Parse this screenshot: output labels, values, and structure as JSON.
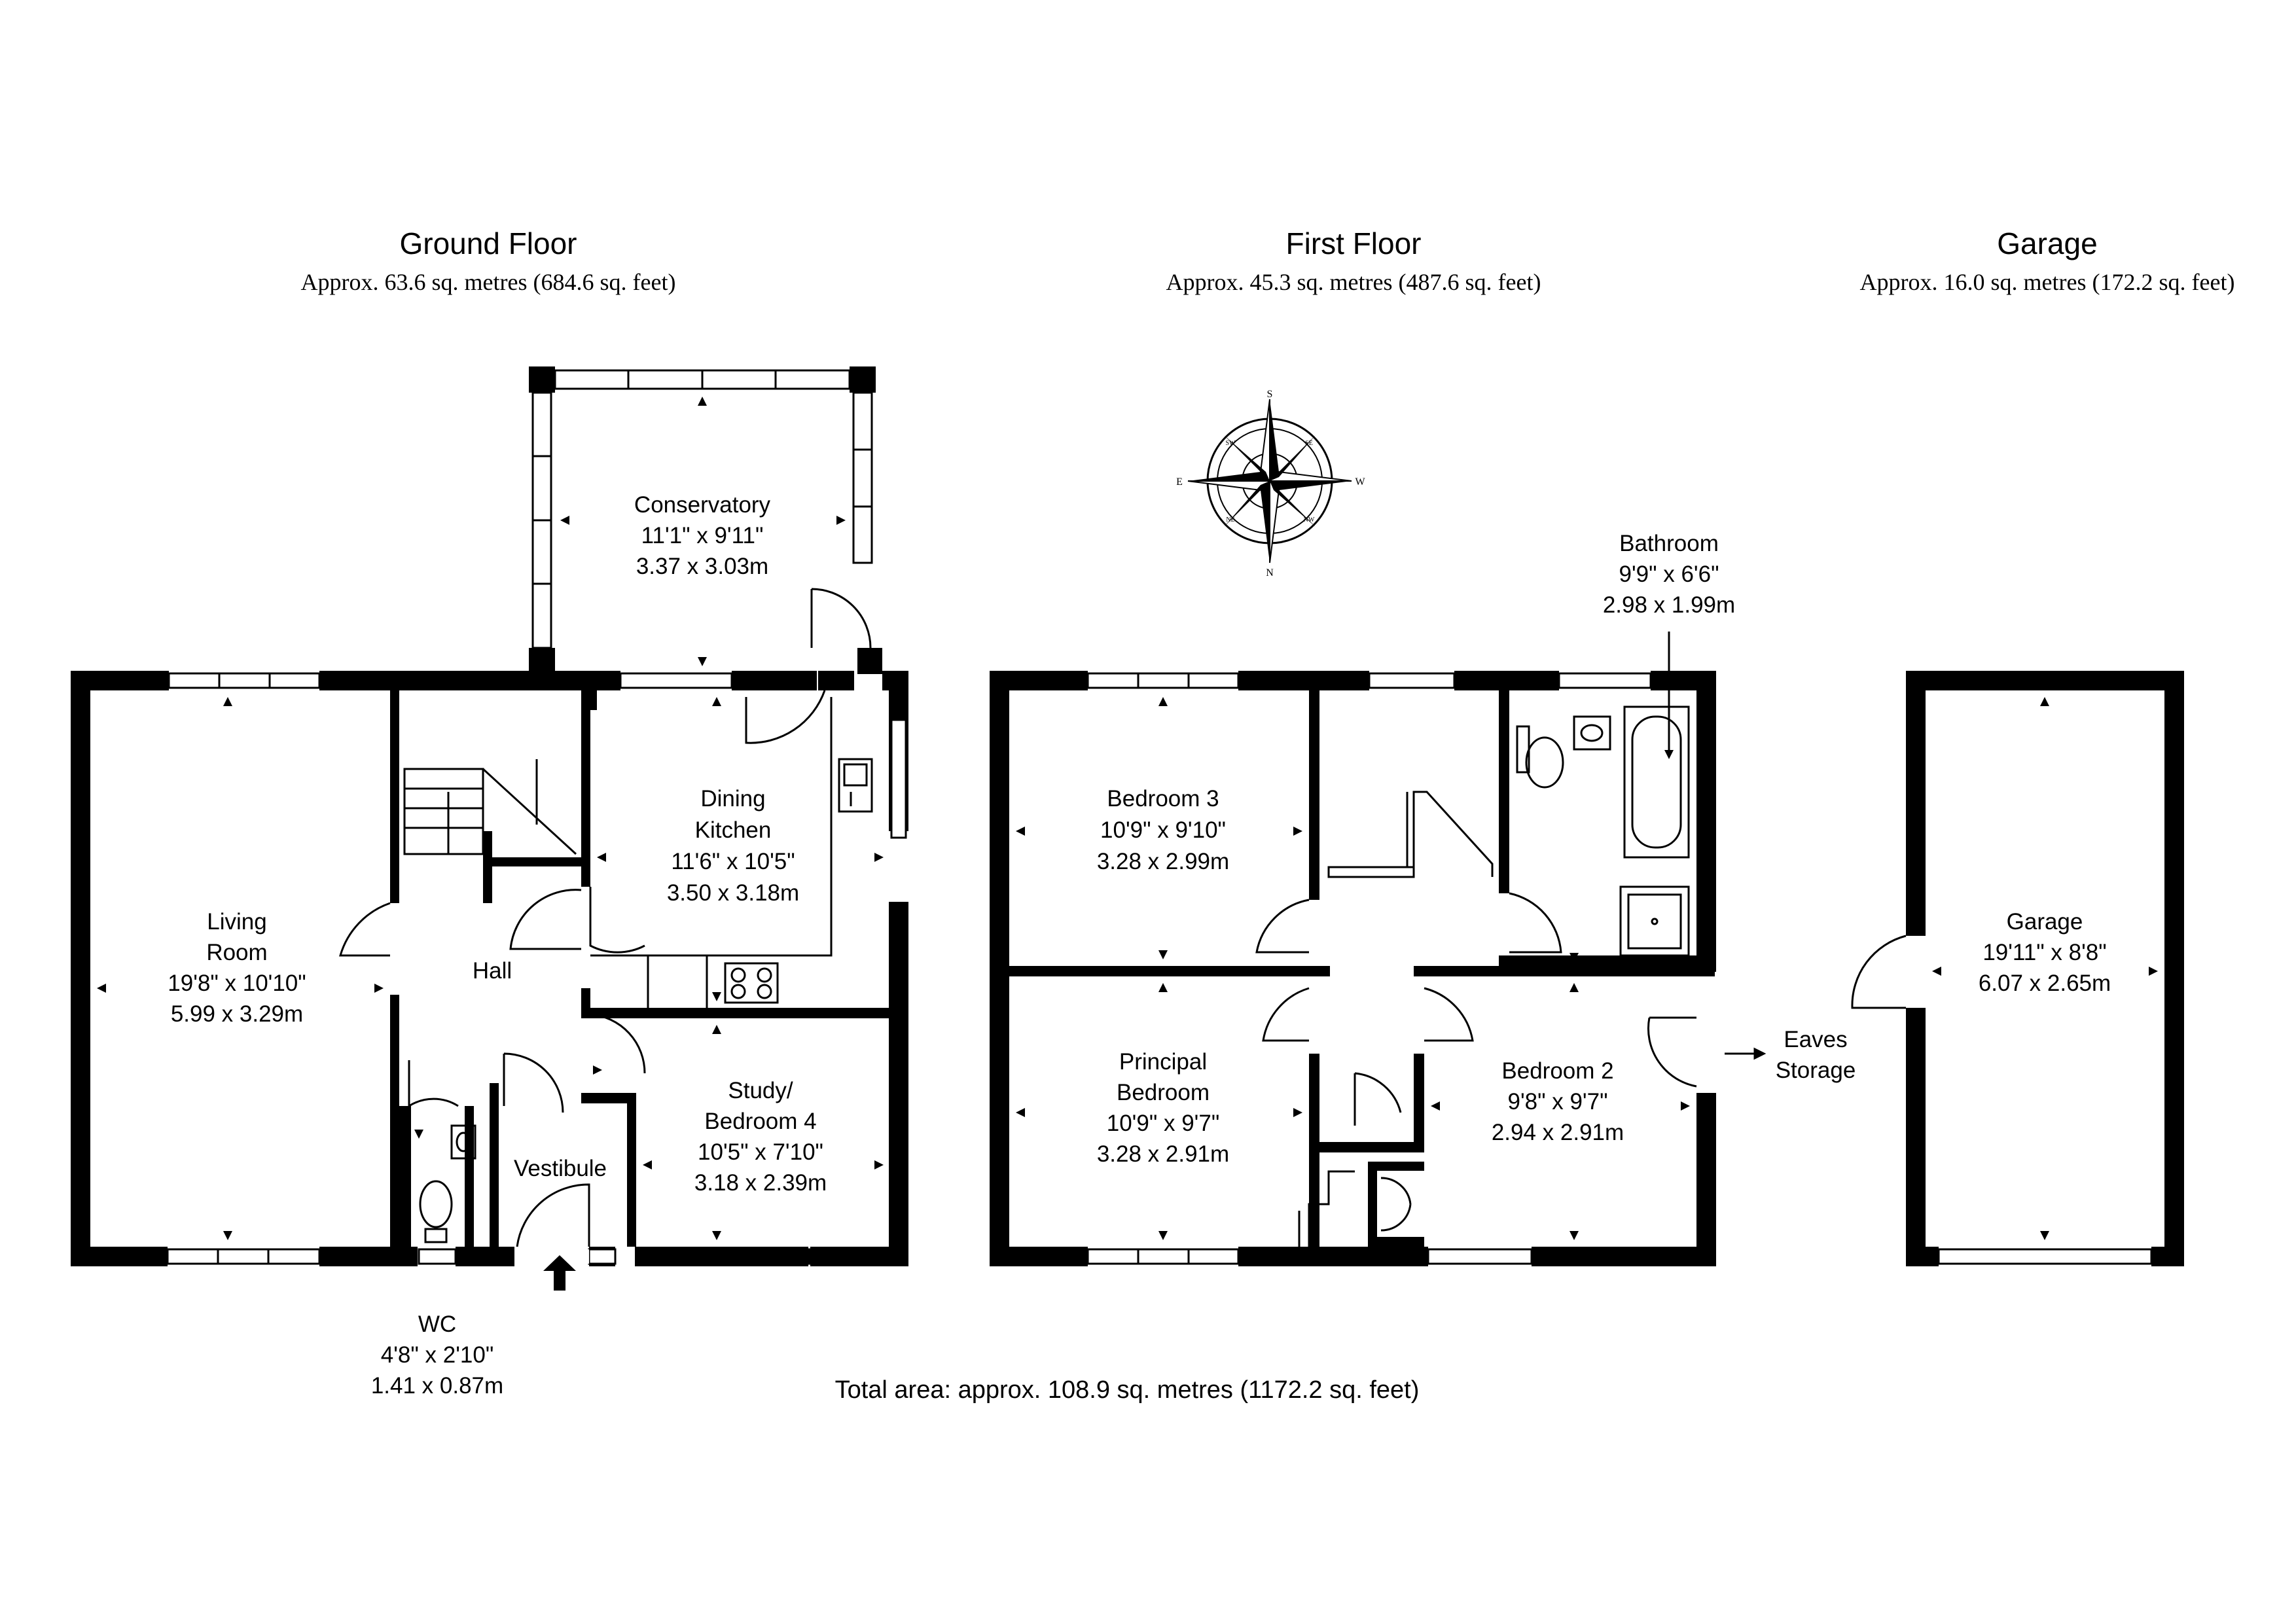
{
  "floors": {
    "ground": {
      "title": "Ground Floor",
      "area": "Approx. 63.6 sq. metres (684.6 sq. feet)"
    },
    "first": {
      "title": "First Floor",
      "area": "Approx. 45.3 sq. metres (487.6 sq. feet)"
    },
    "garage": {
      "title": "Garage",
      "area": "Approx. 16.0 sq. metres (172.2 sq. feet)"
    }
  },
  "rooms": {
    "conservatory": {
      "name": "Conservatory",
      "imperial": "11'1\" x 9'11\"",
      "metric": "3.37 x 3.03m"
    },
    "living": {
      "name1": "Living",
      "name2": "Room",
      "imperial": "19'8\" x 10'10\"",
      "metric": "5.99 x 3.29m"
    },
    "hall": {
      "name": "Hall"
    },
    "dining": {
      "name1": "Dining",
      "name2": "Kitchen",
      "imperial": "11'6\" x 10'5\"",
      "metric": "3.50 x 3.18m"
    },
    "study": {
      "name1": "Study/",
      "name2": "Bedroom 4",
      "imperial": "10'5\" x 7'10\"",
      "metric": "3.18 x 2.39m"
    },
    "vestibule": {
      "name": "Vestibule"
    },
    "wc": {
      "name": "WC",
      "imperial": "4'8\" x 2'10\"",
      "metric": "1.41 x 0.87m"
    },
    "bedroom3": {
      "name": "Bedroom 3",
      "imperial": "10'9\" x 9'10\"",
      "metric": "3.28 x 2.99m"
    },
    "bathroom": {
      "name": "Bathroom",
      "imperial": "9'9\" x 6'6\"",
      "metric": "2.98 x 1.99m"
    },
    "principal": {
      "name1": "Principal",
      "name2": "Bedroom",
      "imperial": "10'9\" x 9'7\"",
      "metric": "3.28 x 2.91m"
    },
    "bedroom2": {
      "name": "Bedroom 2",
      "imperial": "9'8\" x 9'7\"",
      "metric": "2.94 x 2.91m"
    },
    "eaves": {
      "name1": "Eaves",
      "name2": "Storage"
    },
    "garage": {
      "name": "Garage",
      "imperial": "19'11\" x 8'8\"",
      "metric": "6.07 x 2.65m"
    }
  },
  "compass": {
    "n": "N",
    "s": "S",
    "e": "E",
    "w": "W",
    "nw": "NW",
    "ne": "NE",
    "sw": "SW",
    "se": "SE"
  },
  "total_area": "Total area: approx. 108.9 sq. metres (1172.2 sq. feet)",
  "icons": [
    "compass-rose-icon",
    "entrance-arrow-icon",
    "sink-icon",
    "hob-icon",
    "toilet-icon",
    "bath-icon",
    "shower-icon",
    "basin-icon"
  ]
}
